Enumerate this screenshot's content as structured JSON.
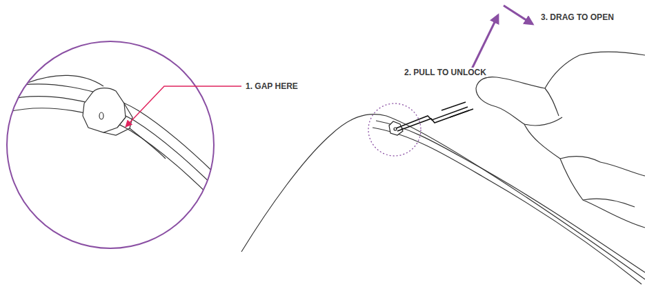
{
  "diagram": {
    "labels": [
      "1. GAP HERE",
      "2. PULL TO UNLOCK",
      "3. DRAG TO OPEN"
    ]
  }
}
